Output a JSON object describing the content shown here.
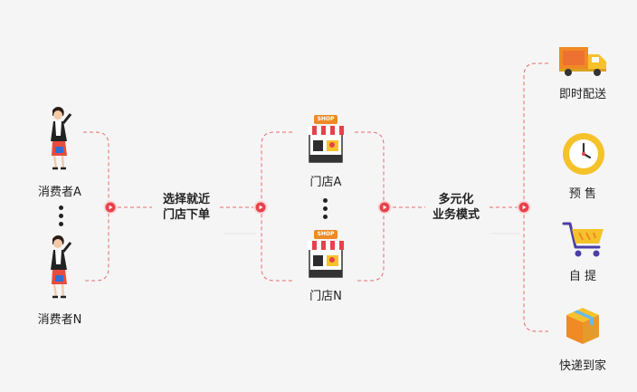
{
  "consumers": {
    "a": "消费者A",
    "n": "消费者N"
  },
  "step1": {
    "line1": "选择就近",
    "line2": "门店下单"
  },
  "stores": {
    "a": "门店A",
    "n": "门店N",
    "sign": "SHOP"
  },
  "step2": {
    "line1": "多元化",
    "line2": "业务模式"
  },
  "outcomes": [
    {
      "label": "即时配送",
      "icon": "delivery-truck-icon"
    },
    {
      "label": "预  售",
      "icon": "clock-icon"
    },
    {
      "label": "自  提",
      "icon": "shopping-cart-icon"
    },
    {
      "label": "快递到家",
      "icon": "parcel-box-icon"
    }
  ],
  "colors": {
    "accent": "#e8414a",
    "dash": "#e86a6f",
    "orange": "#f08a24",
    "yellow": "#f5c22a"
  }
}
